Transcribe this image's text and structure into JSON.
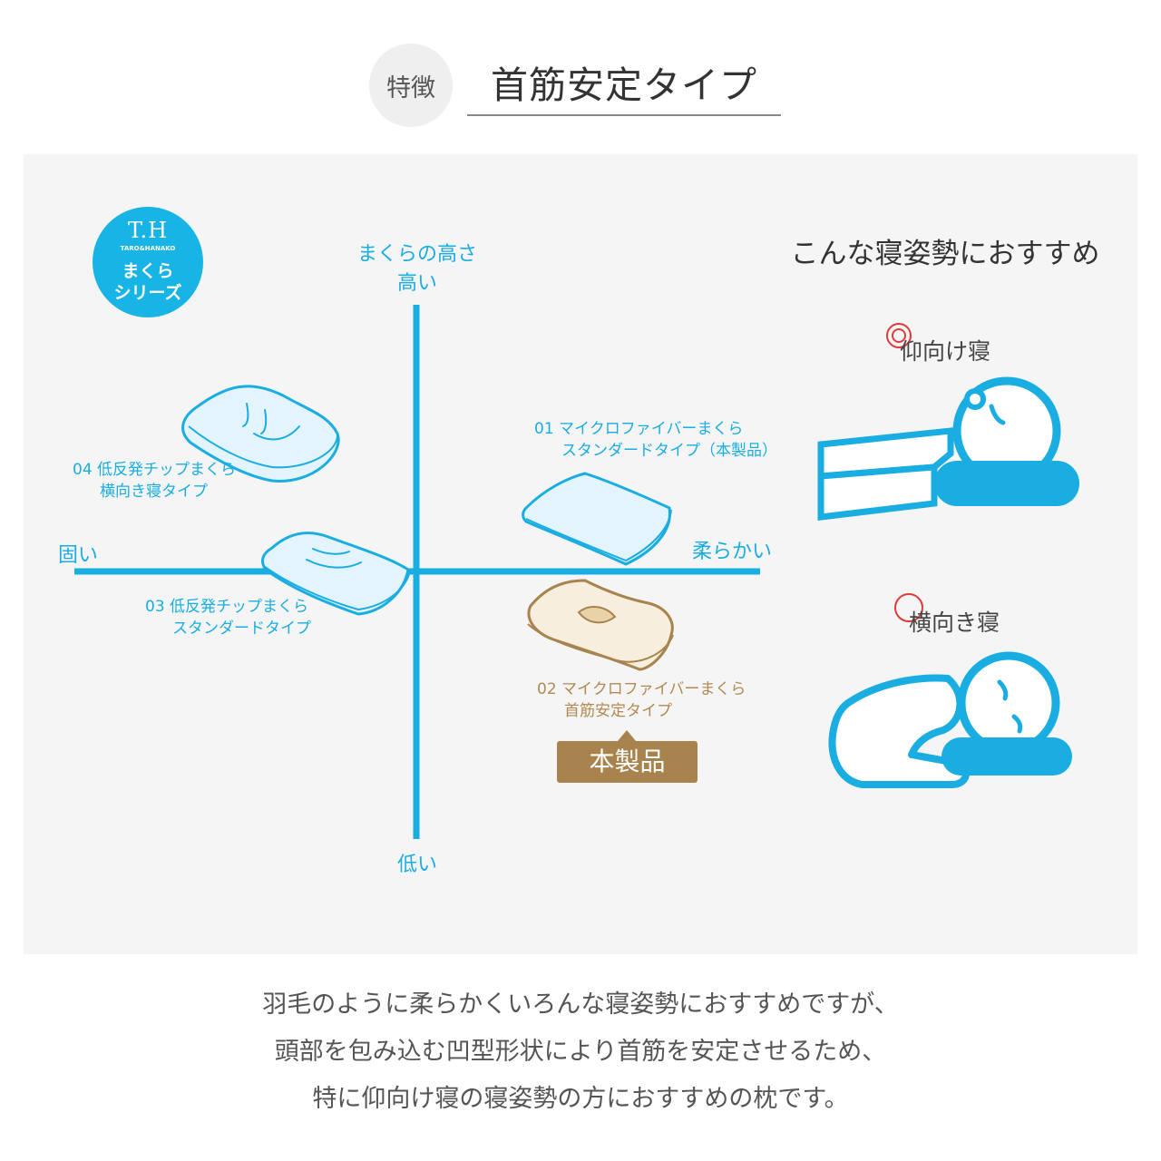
{
  "header": {
    "feature_label": "特徴",
    "title": "首筋安定タイプ"
  },
  "series_badge": {
    "logo": "T.H",
    "brand": "TARO&HANAKO",
    "line1": "まくら",
    "line2": "シリーズ"
  },
  "axes": {
    "vertical_title": "まくらの高さ",
    "top": "高い",
    "bottom": "低い",
    "left": "固い",
    "right": "柔らかい"
  },
  "products": {
    "p01": {
      "line1": "01 マイクロファイバーまくら",
      "line2": "スタンダードタイプ（本製品）"
    },
    "p02": {
      "line1": "02 マイクロファイバーまくら",
      "line2": "首筋安定タイプ"
    },
    "p03": {
      "line1": "03 低反発チップまくら",
      "line2": "スタンダードタイプ"
    },
    "p04": {
      "line1": "04 低反発チップまくら",
      "line2": "横向き寝タイプ"
    }
  },
  "product_badge": "本製品",
  "recommend": {
    "title": "こんな寝姿勢におすすめ",
    "back_sleep": "仰向け寝",
    "side_sleep": "横向き寝"
  },
  "description": [
    "羽毛のように柔らかくいろんな寝姿勢におすすめですが、",
    "頭部を包み込む凹型形状により首筋を安定させるため、",
    "特に仰向け寝の寝姿勢の方におすすめの枕です。"
  ],
  "colors": {
    "accent_blue": "#19ade2",
    "product_brown": "#a8834e",
    "panel": "#f5f5f5",
    "mark_red": "#e03a3a"
  }
}
